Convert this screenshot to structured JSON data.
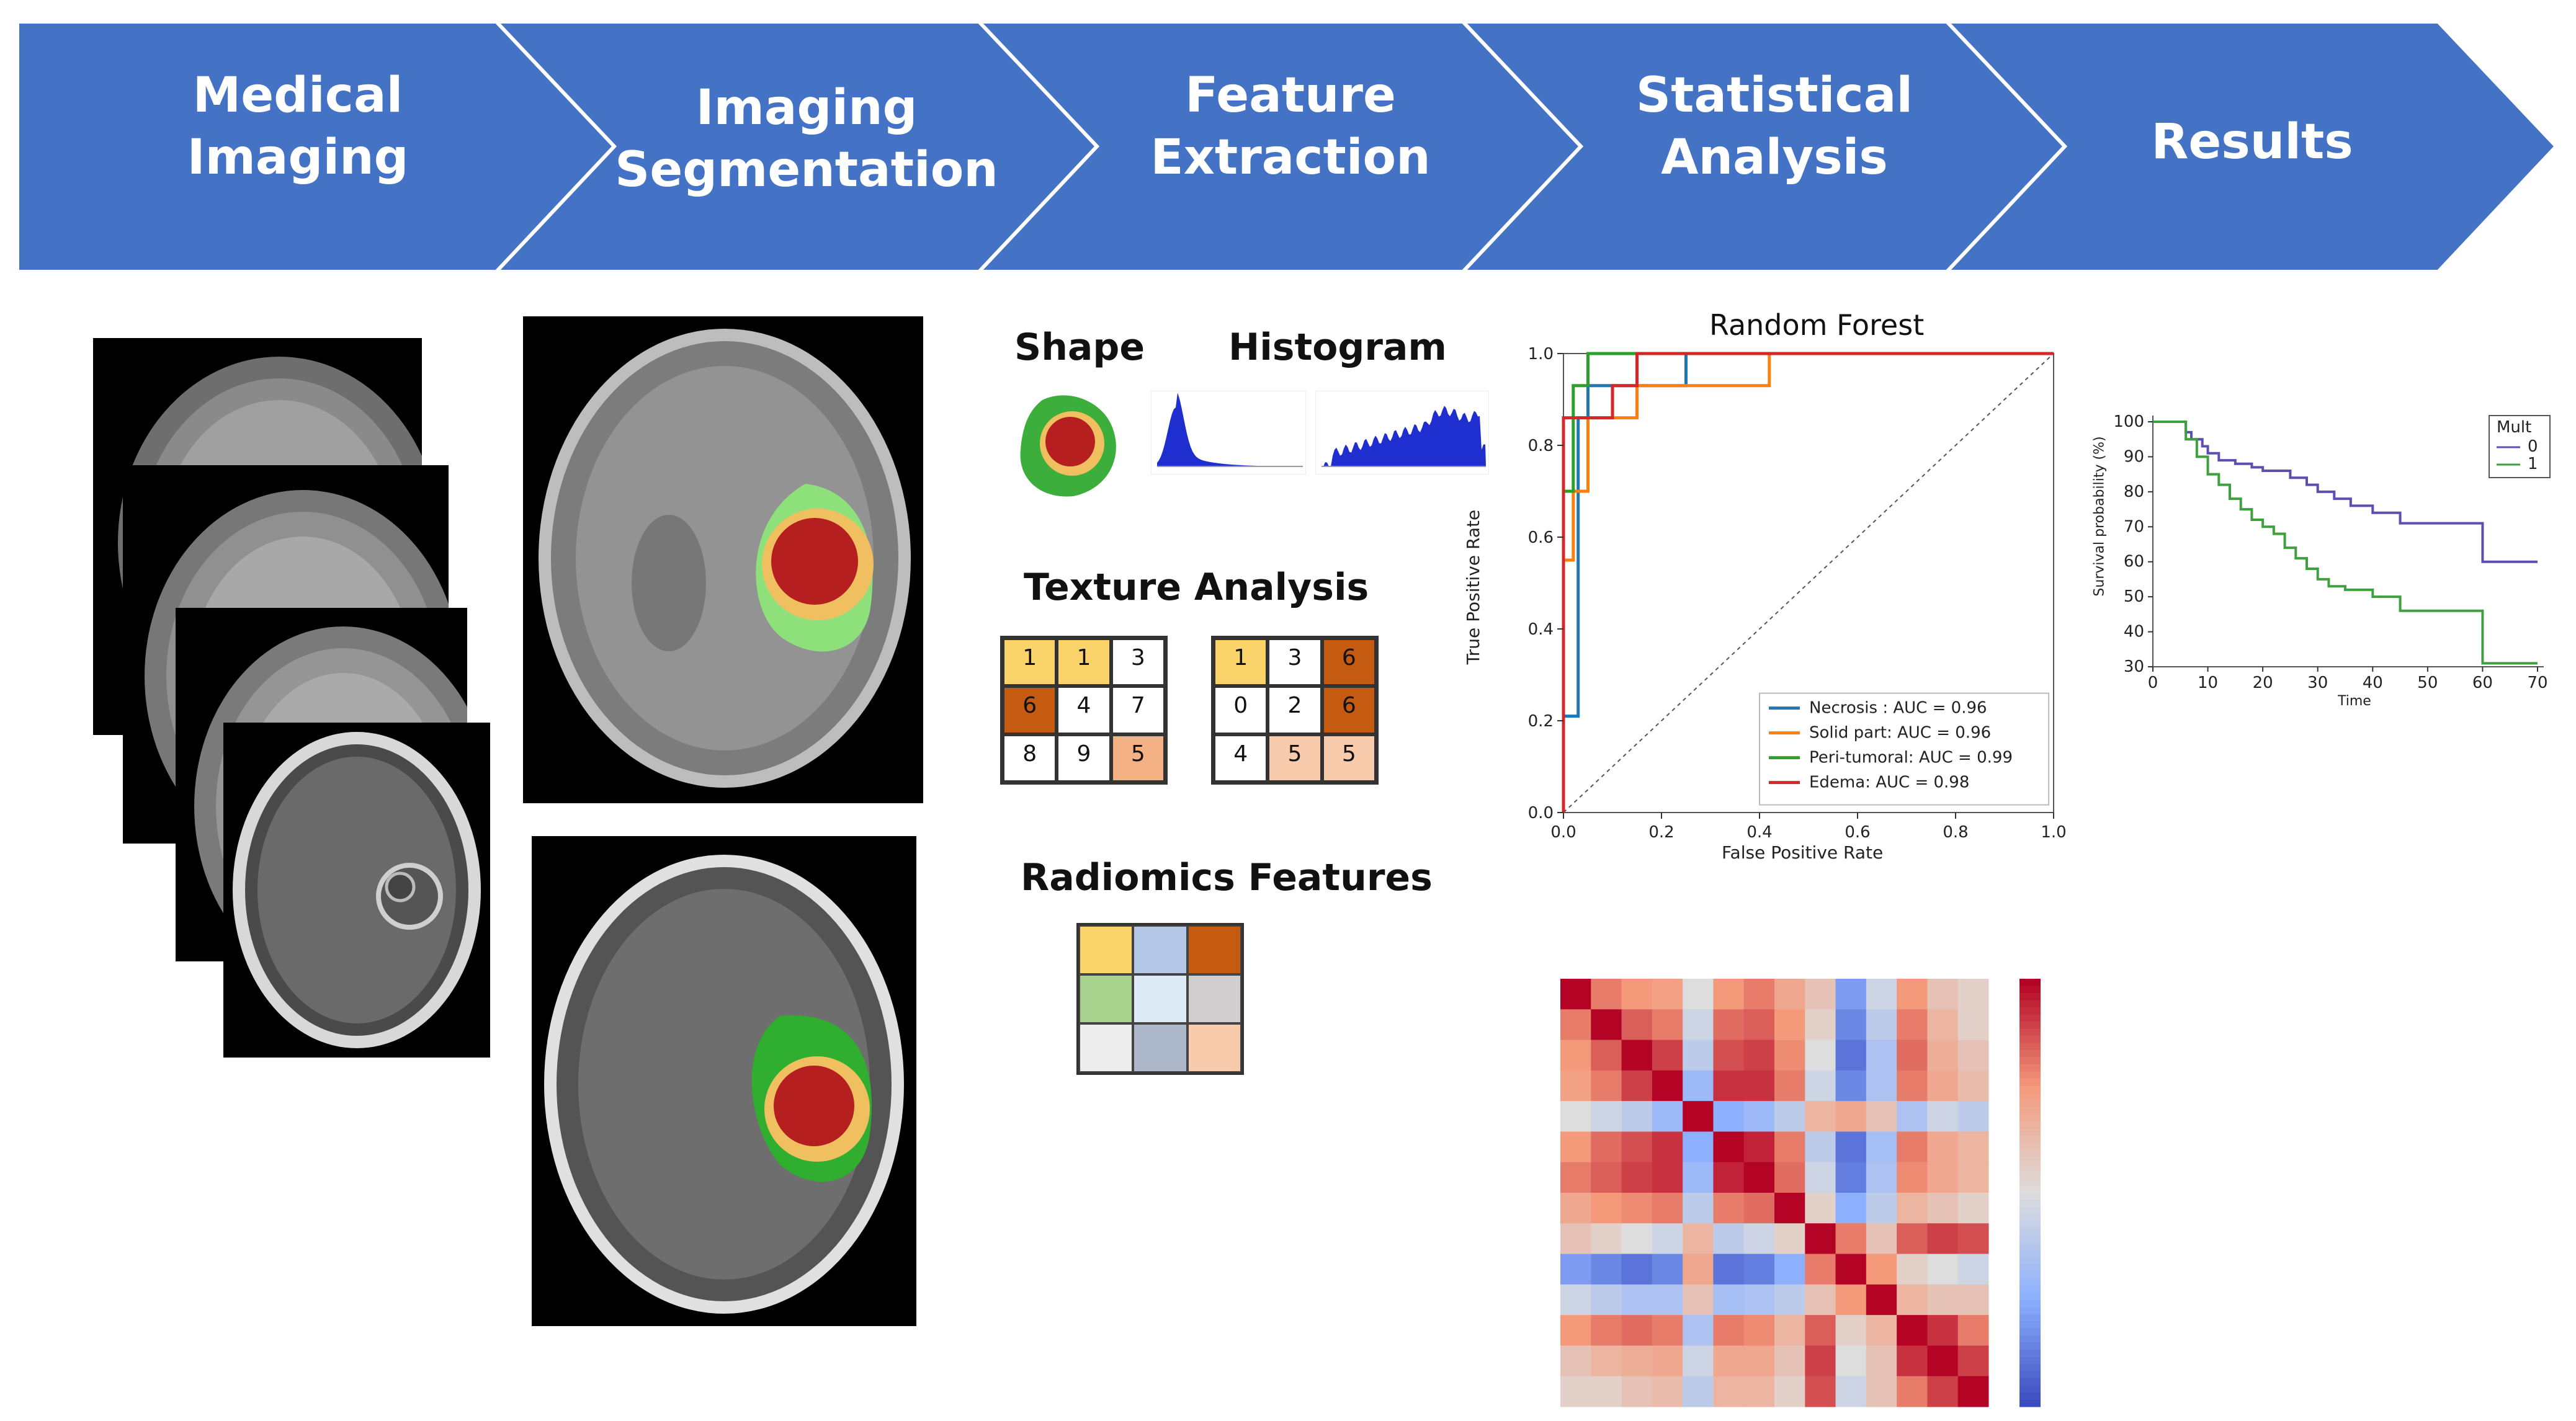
{
  "pipeline": {
    "color": "#4472C4",
    "steps": [
      {
        "label": "Medical\nImaging"
      },
      {
        "label": "Imaging\nSegmentation"
      },
      {
        "label": "Feature\nExtraction"
      },
      {
        "label": "Statistical\nAnalysis"
      },
      {
        "label": "Results"
      }
    ]
  },
  "features": {
    "shape_label": "Shape",
    "histogram_label": "Histogram",
    "texture_label": "Texture Analysis",
    "radiomics_label": "Radiomics Features",
    "texture_grid_a": [
      {
        "value": "1",
        "color": "#FAD46B"
      },
      {
        "value": "1",
        "color": "#FAD46B"
      },
      {
        "value": "3",
        "color": "#FFFFFF"
      },
      {
        "value": "6",
        "color": "#C55A11"
      },
      {
        "value": "4",
        "color": "#FFFFFF"
      },
      {
        "value": "7",
        "color": "#FFFFFF"
      },
      {
        "value": "8",
        "color": "#FFFFFF"
      },
      {
        "value": "9",
        "color": "#FFFFFF"
      },
      {
        "value": "5",
        "color": "#F4B183"
      }
    ],
    "texture_grid_b": [
      {
        "value": "1",
        "color": "#FAD46B"
      },
      {
        "value": "3",
        "color": "#FFFFFF"
      },
      {
        "value": "6",
        "color": "#C55A11"
      },
      {
        "value": "0",
        "color": "#FFFFFF"
      },
      {
        "value": "2",
        "color": "#FFFFFF"
      },
      {
        "value": "6",
        "color": "#C55A11"
      },
      {
        "value": "4",
        "color": "#FFFFFF"
      },
      {
        "value": "5",
        "color": "#F8CBAD"
      },
      {
        "value": "5",
        "color": "#F8CBAD"
      }
    ],
    "radiomics_colors": [
      "#FAD46B",
      "#B4C7E7",
      "#C55A11",
      "#A9D18E",
      "#DEEBF7",
      "#D0CECE",
      "#EDEDED",
      "#ADB9CA",
      "#F8CBAD"
    ]
  },
  "chart_data": [
    {
      "type": "line",
      "title": "Random Forest",
      "xlabel": "False Positive Rate",
      "ylabel": "True Positive Rate",
      "xlim": [
        0,
        1
      ],
      "ylim": [
        0,
        1
      ],
      "xticks": [
        "0.0",
        "0.2",
        "0.4",
        "0.6",
        "0.8",
        "1.0"
      ],
      "yticks": [
        "0.0",
        "0.2",
        "0.4",
        "0.6",
        "0.8",
        "1.0"
      ],
      "legend_position": "lower-right",
      "series": [
        {
          "name": "Necrosis : AUC = 0.96",
          "color": "#1f77b4",
          "x": [
            0,
            0,
            0.03,
            0.03,
            0.05,
            0.05,
            0.15,
            0.15,
            0.25,
            0.25,
            1.0
          ],
          "y": [
            0,
            0.21,
            0.21,
            0.86,
            0.86,
            0.93,
            0.93,
            0.93,
            0.93,
            1.0,
            1.0
          ]
        },
        {
          "name": "Solid part: AUC = 0.96",
          "color": "#ff7f0e",
          "x": [
            0,
            0,
            0.02,
            0.02,
            0.05,
            0.05,
            0.15,
            0.15,
            0.42,
            0.42,
            1.0
          ],
          "y": [
            0,
            0.55,
            0.55,
            0.7,
            0.7,
            0.86,
            0.86,
            0.93,
            0.93,
            1.0,
            1.0
          ]
        },
        {
          "name": "Peri-tumoral: AUC = 0.99",
          "color": "#2ca02c",
          "x": [
            0,
            0,
            0.02,
            0.02,
            0.05,
            0.05,
            1.0
          ],
          "y": [
            0,
            0.7,
            0.7,
            0.93,
            0.93,
            1.0,
            1.0
          ]
        },
        {
          "name": "Edema: AUC = 0.98",
          "color": "#d62728",
          "x": [
            0,
            0,
            0.1,
            0.1,
            0.15,
            0.15,
            1.0
          ],
          "y": [
            0,
            0.86,
            0.86,
            0.93,
            0.93,
            1.0,
            1.0
          ]
        }
      ]
    },
    {
      "type": "line",
      "title": "",
      "xlabel": "Time",
      "ylabel": "Survival probability (%)",
      "xlim": [
        0,
        70
      ],
      "ylim": [
        30,
        100
      ],
      "xticks": [
        "0",
        "10",
        "20",
        "30",
        "40",
        "50",
        "60",
        "70"
      ],
      "yticks": [
        "30",
        "40",
        "50",
        "60",
        "70",
        "80",
        "90",
        "100"
      ],
      "legend_title": "Mult",
      "legend_position": "top-right",
      "series": [
        {
          "name": "0",
          "color": "#5B4FB0",
          "x": [
            0,
            5,
            6,
            7,
            9,
            10,
            12,
            15,
            18,
            20,
            23,
            25,
            28,
            30,
            33,
            36,
            40,
            45,
            60,
            70
          ],
          "y": [
            100,
            100,
            97,
            95,
            93,
            91,
            89,
            88,
            87,
            86,
            86,
            84,
            82,
            80,
            78,
            76,
            74,
            71,
            60,
            60
          ]
        },
        {
          "name": "1",
          "color": "#3FA03F",
          "x": [
            0,
            5,
            6,
            8,
            10,
            12,
            14,
            16,
            18,
            20,
            22,
            24,
            26,
            28,
            30,
            32,
            35,
            40,
            45,
            60,
            70
          ],
          "y": [
            100,
            100,
            95,
            90,
            85,
            82,
            78,
            75,
            72,
            70,
            68,
            64,
            61,
            58,
            55,
            53,
            52,
            50,
            46,
            31,
            31
          ]
        }
      ]
    },
    {
      "type": "heatmap",
      "title": "",
      "colormap": "coolwarm",
      "values": [
        [
          1.0,
          0.6,
          0.5,
          0.45,
          0.0,
          0.5,
          0.6,
          0.4,
          0.2,
          -0.6,
          -0.1,
          0.5,
          0.2,
          0.1
        ],
        [
          0.6,
          1.0,
          0.7,
          0.6,
          -0.1,
          0.65,
          0.7,
          0.5,
          0.1,
          -0.7,
          -0.2,
          0.6,
          0.3,
          0.1
        ],
        [
          0.5,
          0.7,
          1.0,
          0.8,
          -0.2,
          0.75,
          0.8,
          0.55,
          0.0,
          -0.8,
          -0.3,
          0.65,
          0.35,
          0.2
        ],
        [
          0.45,
          0.6,
          0.8,
          1.0,
          -0.4,
          0.85,
          0.85,
          0.6,
          -0.1,
          -0.7,
          -0.3,
          0.6,
          0.4,
          0.25
        ],
        [
          0.0,
          -0.1,
          -0.2,
          -0.4,
          1.0,
          -0.5,
          -0.4,
          -0.2,
          0.3,
          0.4,
          0.2,
          -0.3,
          -0.1,
          -0.2
        ],
        [
          0.5,
          0.65,
          0.75,
          0.85,
          -0.5,
          1.0,
          0.9,
          0.6,
          -0.2,
          -0.8,
          -0.35,
          0.6,
          0.4,
          0.3
        ],
        [
          0.6,
          0.7,
          0.8,
          0.85,
          -0.4,
          0.9,
          1.0,
          0.65,
          -0.1,
          -0.75,
          -0.3,
          0.55,
          0.4,
          0.3
        ],
        [
          0.4,
          0.5,
          0.55,
          0.6,
          -0.2,
          0.6,
          0.65,
          1.0,
          0.1,
          -0.5,
          -0.2,
          0.3,
          0.2,
          0.1
        ],
        [
          0.2,
          0.1,
          0.0,
          -0.1,
          0.3,
          -0.2,
          -0.1,
          0.1,
          1.0,
          0.6,
          0.2,
          0.7,
          0.8,
          0.75
        ],
        [
          -0.6,
          -0.7,
          -0.8,
          -0.7,
          0.4,
          -0.8,
          -0.75,
          -0.5,
          0.6,
          1.0,
          0.5,
          0.1,
          0.0,
          -0.1
        ],
        [
          -0.1,
          -0.2,
          -0.3,
          -0.3,
          0.2,
          -0.35,
          -0.3,
          -0.2,
          0.2,
          0.5,
          1.0,
          0.3,
          0.2,
          0.2
        ],
        [
          0.5,
          0.6,
          0.65,
          0.6,
          -0.3,
          0.6,
          0.55,
          0.3,
          0.7,
          0.1,
          0.3,
          1.0,
          0.85,
          0.6
        ],
        [
          0.2,
          0.3,
          0.35,
          0.4,
          -0.1,
          0.4,
          0.4,
          0.2,
          0.8,
          0.0,
          0.2,
          0.85,
          1.0,
          0.8
        ],
        [
          0.1,
          0.1,
          0.2,
          0.25,
          -0.2,
          0.3,
          0.3,
          0.1,
          0.75,
          -0.1,
          0.2,
          0.6,
          0.8,
          1.0
        ]
      ]
    }
  ]
}
